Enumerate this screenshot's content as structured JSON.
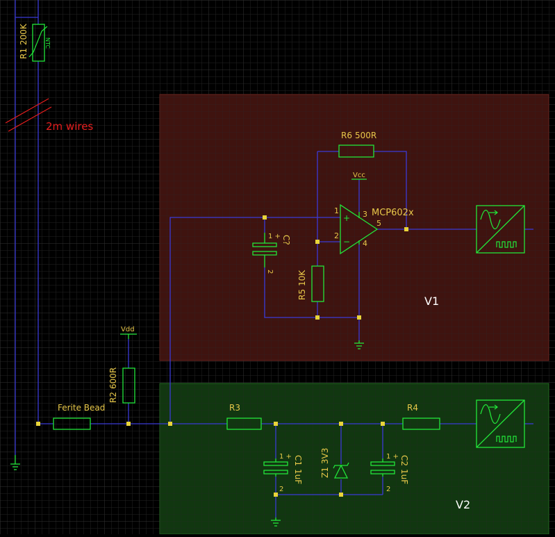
{
  "colors": {
    "background": "#000000",
    "grid": "#2b2b2b",
    "wire": "#3b3bd6",
    "component": "#22e63a",
    "label": "#e8c84a",
    "junction": "#e8d43a",
    "annotation": "#e81e1e",
    "region_v1": "#4a1612",
    "region_v2": "#133d12",
    "region_text": "#ffffff"
  },
  "regions": {
    "v1": "V1",
    "v2": "V2"
  },
  "components": {
    "r1": {
      "ref": "R1",
      "value": "200K",
      "body": "NTC"
    },
    "r2": {
      "ref": "R2",
      "value": "600R"
    },
    "r3": {
      "ref": "R3"
    },
    "r4": {
      "ref": "R4"
    },
    "r5": {
      "ref": "R5",
      "value": "10K"
    },
    "r6": {
      "ref": "R6",
      "value": "500R"
    },
    "c1": {
      "ref": "C1",
      "value": "1uF",
      "pin_plus": "1 +",
      "pin_minus": "2"
    },
    "c2": {
      "ref": "C2",
      "value": "1uF",
      "pin_plus": "1 +",
      "pin_minus": "2"
    },
    "cq": {
      "ref": "C?",
      "pin_plus": "1 +",
      "pin_minus": "2"
    },
    "z1": {
      "ref": "Z1",
      "value": "3V3"
    },
    "ferrite": {
      "label": "Ferite Bead"
    },
    "opamp": {
      "label": "MCP602x",
      "pin1": "1",
      "pin2": "2",
      "pin3": "3",
      "pin4": "4",
      "pin5": "5",
      "plus": "+",
      "minus": "−"
    },
    "vcc": {
      "label": "Vcc"
    },
    "vdd": {
      "label": "Vdd"
    }
  },
  "annotations": {
    "wires_note": "2m wires"
  }
}
